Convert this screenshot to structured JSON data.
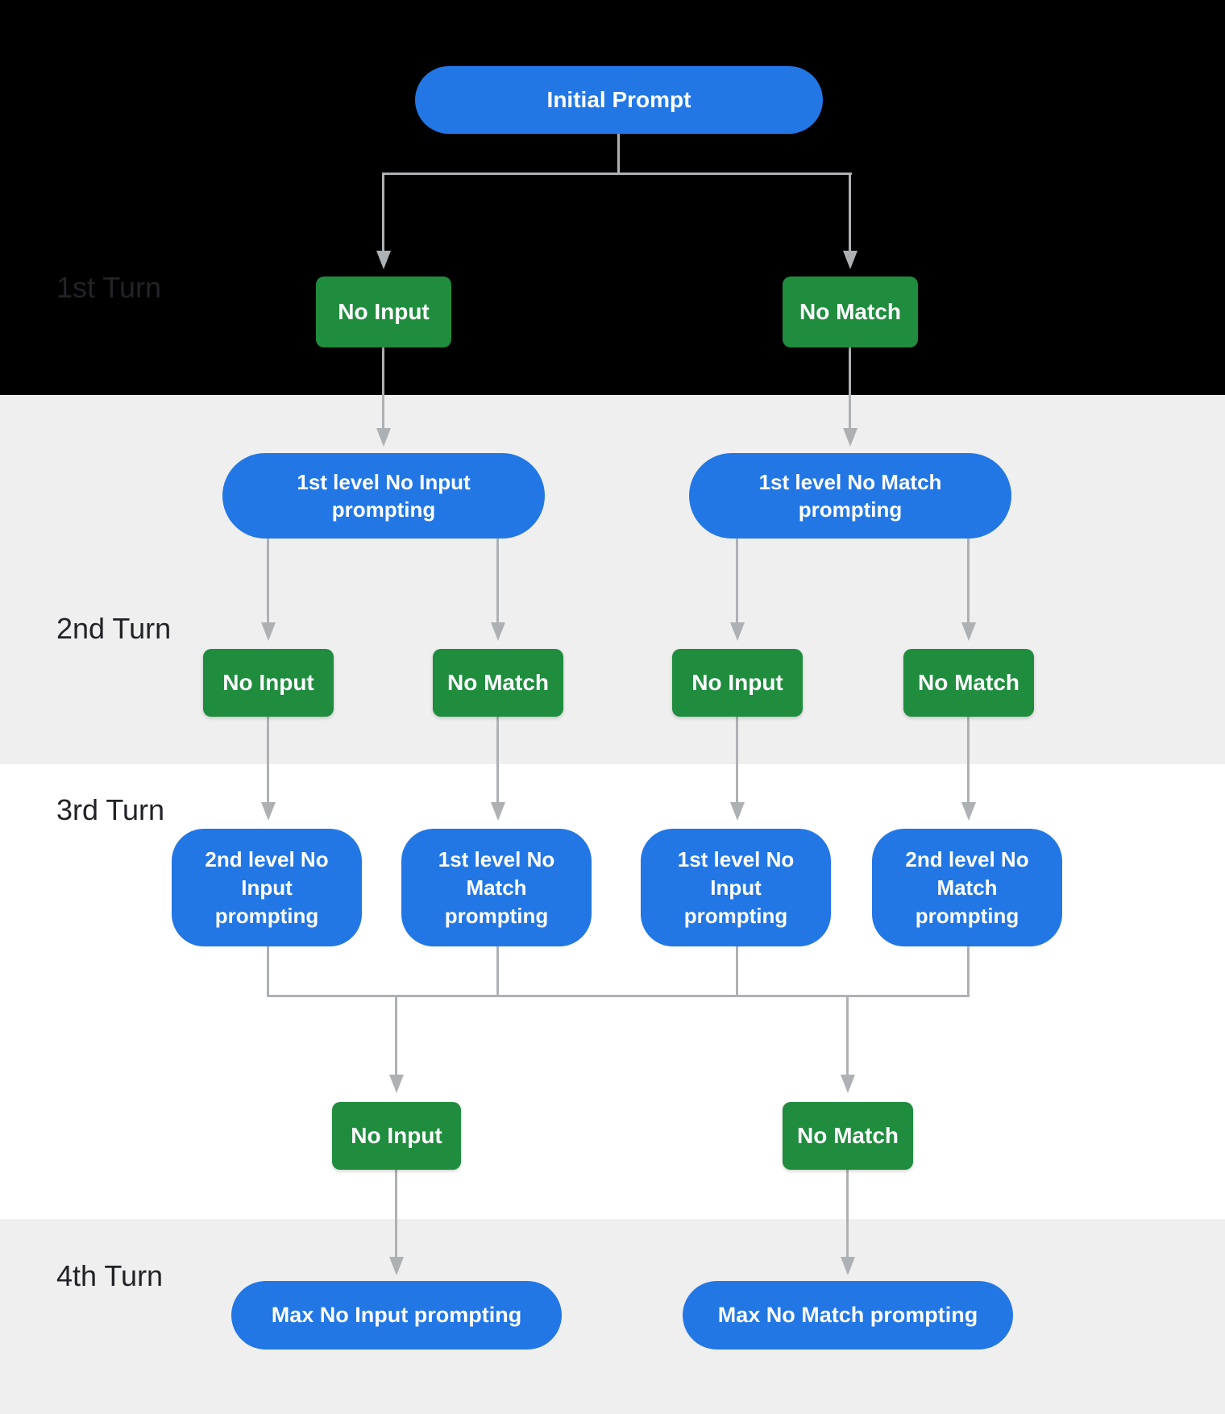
{
  "turns": [
    {
      "label": "1st Turn"
    },
    {
      "label": "2nd Turn"
    },
    {
      "label": "3rd Turn"
    },
    {
      "label": "4th Turn"
    }
  ],
  "nodes": {
    "initial": {
      "label": "Initial Prompt"
    },
    "turn1": [
      {
        "label": "No Input"
      },
      {
        "label": "No Match"
      }
    ],
    "level1_prompts": [
      {
        "label": "1st level No Input prompting"
      },
      {
        "label": "1st level No Match prompting"
      }
    ],
    "turn2": [
      {
        "label": "No Input"
      },
      {
        "label": "No Match"
      },
      {
        "label": "No Input"
      },
      {
        "label": "No Match"
      }
    ],
    "level2_prompts": [
      {
        "label": "2nd level No Input prompting"
      },
      {
        "label": "1st level No Match prompting"
      },
      {
        "label": "1st level No Input prompting"
      },
      {
        "label": "2nd level No Match prompting"
      }
    ],
    "turn3_final": [
      {
        "label": "No Input"
      },
      {
        "label": "No Match"
      }
    ],
    "max_prompts": [
      {
        "label": "Max No Input prompting"
      },
      {
        "label": "Max No Match prompting"
      }
    ]
  },
  "colors": {
    "node_blue": "#2277e5",
    "node_green": "#1f8c3e",
    "arrow_gray": "#aeb1b4",
    "band_dark": "#000000",
    "band_light": "#efefef",
    "band_white": "#ffffff",
    "label_dark": "#212327",
    "node_text": "#ffffff"
  }
}
